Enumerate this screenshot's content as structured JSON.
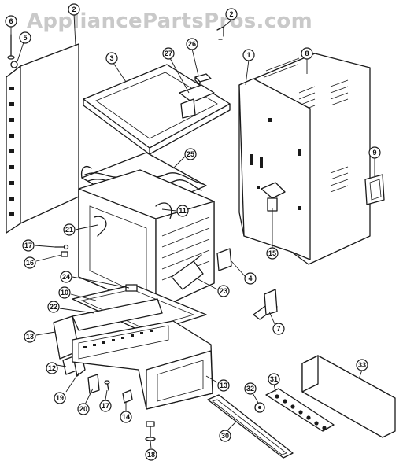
{
  "watermark": "AppliancePartsPros.com",
  "callouts": [
    {
      "id": "c1",
      "label": "1"
    },
    {
      "id": "c2a",
      "label": "2"
    },
    {
      "id": "c2b",
      "label": "2"
    },
    {
      "id": "c3",
      "label": "3"
    },
    {
      "id": "c4",
      "label": "4"
    },
    {
      "id": "c5",
      "label": "5"
    },
    {
      "id": "c6",
      "label": "6"
    },
    {
      "id": "c7",
      "label": "7"
    },
    {
      "id": "c8",
      "label": "8"
    },
    {
      "id": "c9",
      "label": "9"
    },
    {
      "id": "c10",
      "label": "10"
    },
    {
      "id": "c11",
      "label": "11"
    },
    {
      "id": "c12",
      "label": "12"
    },
    {
      "id": "c13a",
      "label": "13"
    },
    {
      "id": "c13b",
      "label": "13"
    },
    {
      "id": "c14",
      "label": "14"
    },
    {
      "id": "c15",
      "label": "15"
    },
    {
      "id": "c16",
      "label": "16"
    },
    {
      "id": "c17a",
      "label": "17"
    },
    {
      "id": "c17b",
      "label": "17"
    },
    {
      "id": "c18",
      "label": "18"
    },
    {
      "id": "c19",
      "label": "19"
    },
    {
      "id": "c20",
      "label": "20"
    },
    {
      "id": "c21",
      "label": "21"
    },
    {
      "id": "c22",
      "label": "22"
    },
    {
      "id": "c23",
      "label": "23"
    },
    {
      "id": "c24",
      "label": "24"
    },
    {
      "id": "c25",
      "label": "25"
    },
    {
      "id": "c26",
      "label": "26"
    },
    {
      "id": "c27",
      "label": "27"
    },
    {
      "id": "c30",
      "label": "30"
    },
    {
      "id": "c31",
      "label": "31"
    },
    {
      "id": "c32",
      "label": "32"
    },
    {
      "id": "c33",
      "label": "33"
    }
  ]
}
